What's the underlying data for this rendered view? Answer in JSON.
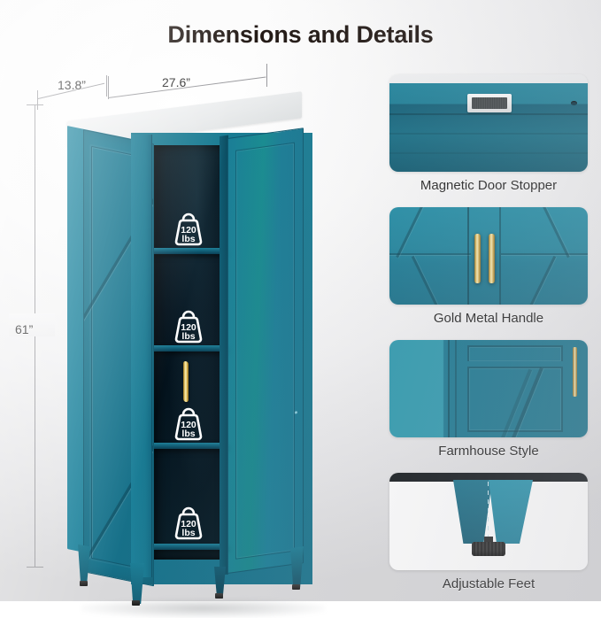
{
  "page": {
    "title": "Dimensions and Details",
    "background_color": "#f0f0f1",
    "product_color": "#1a7d96",
    "accent_gold": "#d4af37"
  },
  "dimensions": {
    "depth": "13.8”",
    "width": "27.6”",
    "height": "61”"
  },
  "capacity": {
    "value": "120",
    "unit": "lbs",
    "icon": "weight-icon",
    "shelf_count": 4,
    "badges": [
      {
        "value": "120",
        "unit": "lbs"
      },
      {
        "value": "120",
        "unit": "lbs"
      },
      {
        "value": "120",
        "unit": "lbs"
      },
      {
        "value": "120",
        "unit": "lbs"
      }
    ]
  },
  "features": [
    {
      "label": "Magnetic Door Stopper",
      "icon": "magnet-icon"
    },
    {
      "label": "Gold Metal Handle",
      "icon": "handle-icon"
    },
    {
      "label": "Farmhouse Style",
      "icon": "door-panel-icon"
    },
    {
      "label": "Adjustable Feet",
      "icon": "foot-icon"
    }
  ]
}
